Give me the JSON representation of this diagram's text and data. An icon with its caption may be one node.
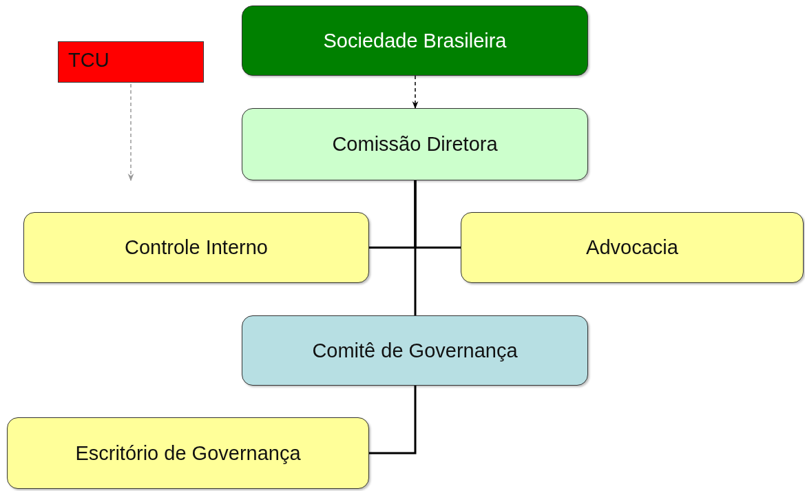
{
  "diagram": {
    "nodes": [
      {
        "text": [
          "Sociedade Brasileira"
        ]
      },
      {
        "text": [
          "TCU"
        ]
      },
      {
        "text": [
          "Comissão Diretora"
        ]
      },
      {
        "text": [
          "Controle Interno"
        ]
      },
      {
        "text": [
          "Advocacia"
        ]
      },
      {
        "text": [
          "Comitê de Governança"
        ]
      },
      {
        "text": [
          "Escritório de Governança"
        ]
      }
    ],
    "edges": [
      {
        "from": 0,
        "to": 2,
        "arrow": "to",
        "style": "dashed"
      },
      {
        "from": 1,
        "to": null,
        "arrow": "to",
        "style": "dashed",
        "color": "#999999"
      },
      {
        "from": 2,
        "to": 3,
        "arrow": "none"
      },
      {
        "from": 2,
        "to": 4,
        "arrow": "none"
      },
      {
        "from": 2,
        "to": 5,
        "arrow": "none"
      },
      {
        "from": 5,
        "to": 6,
        "arrow": "none"
      }
    ]
  }
}
